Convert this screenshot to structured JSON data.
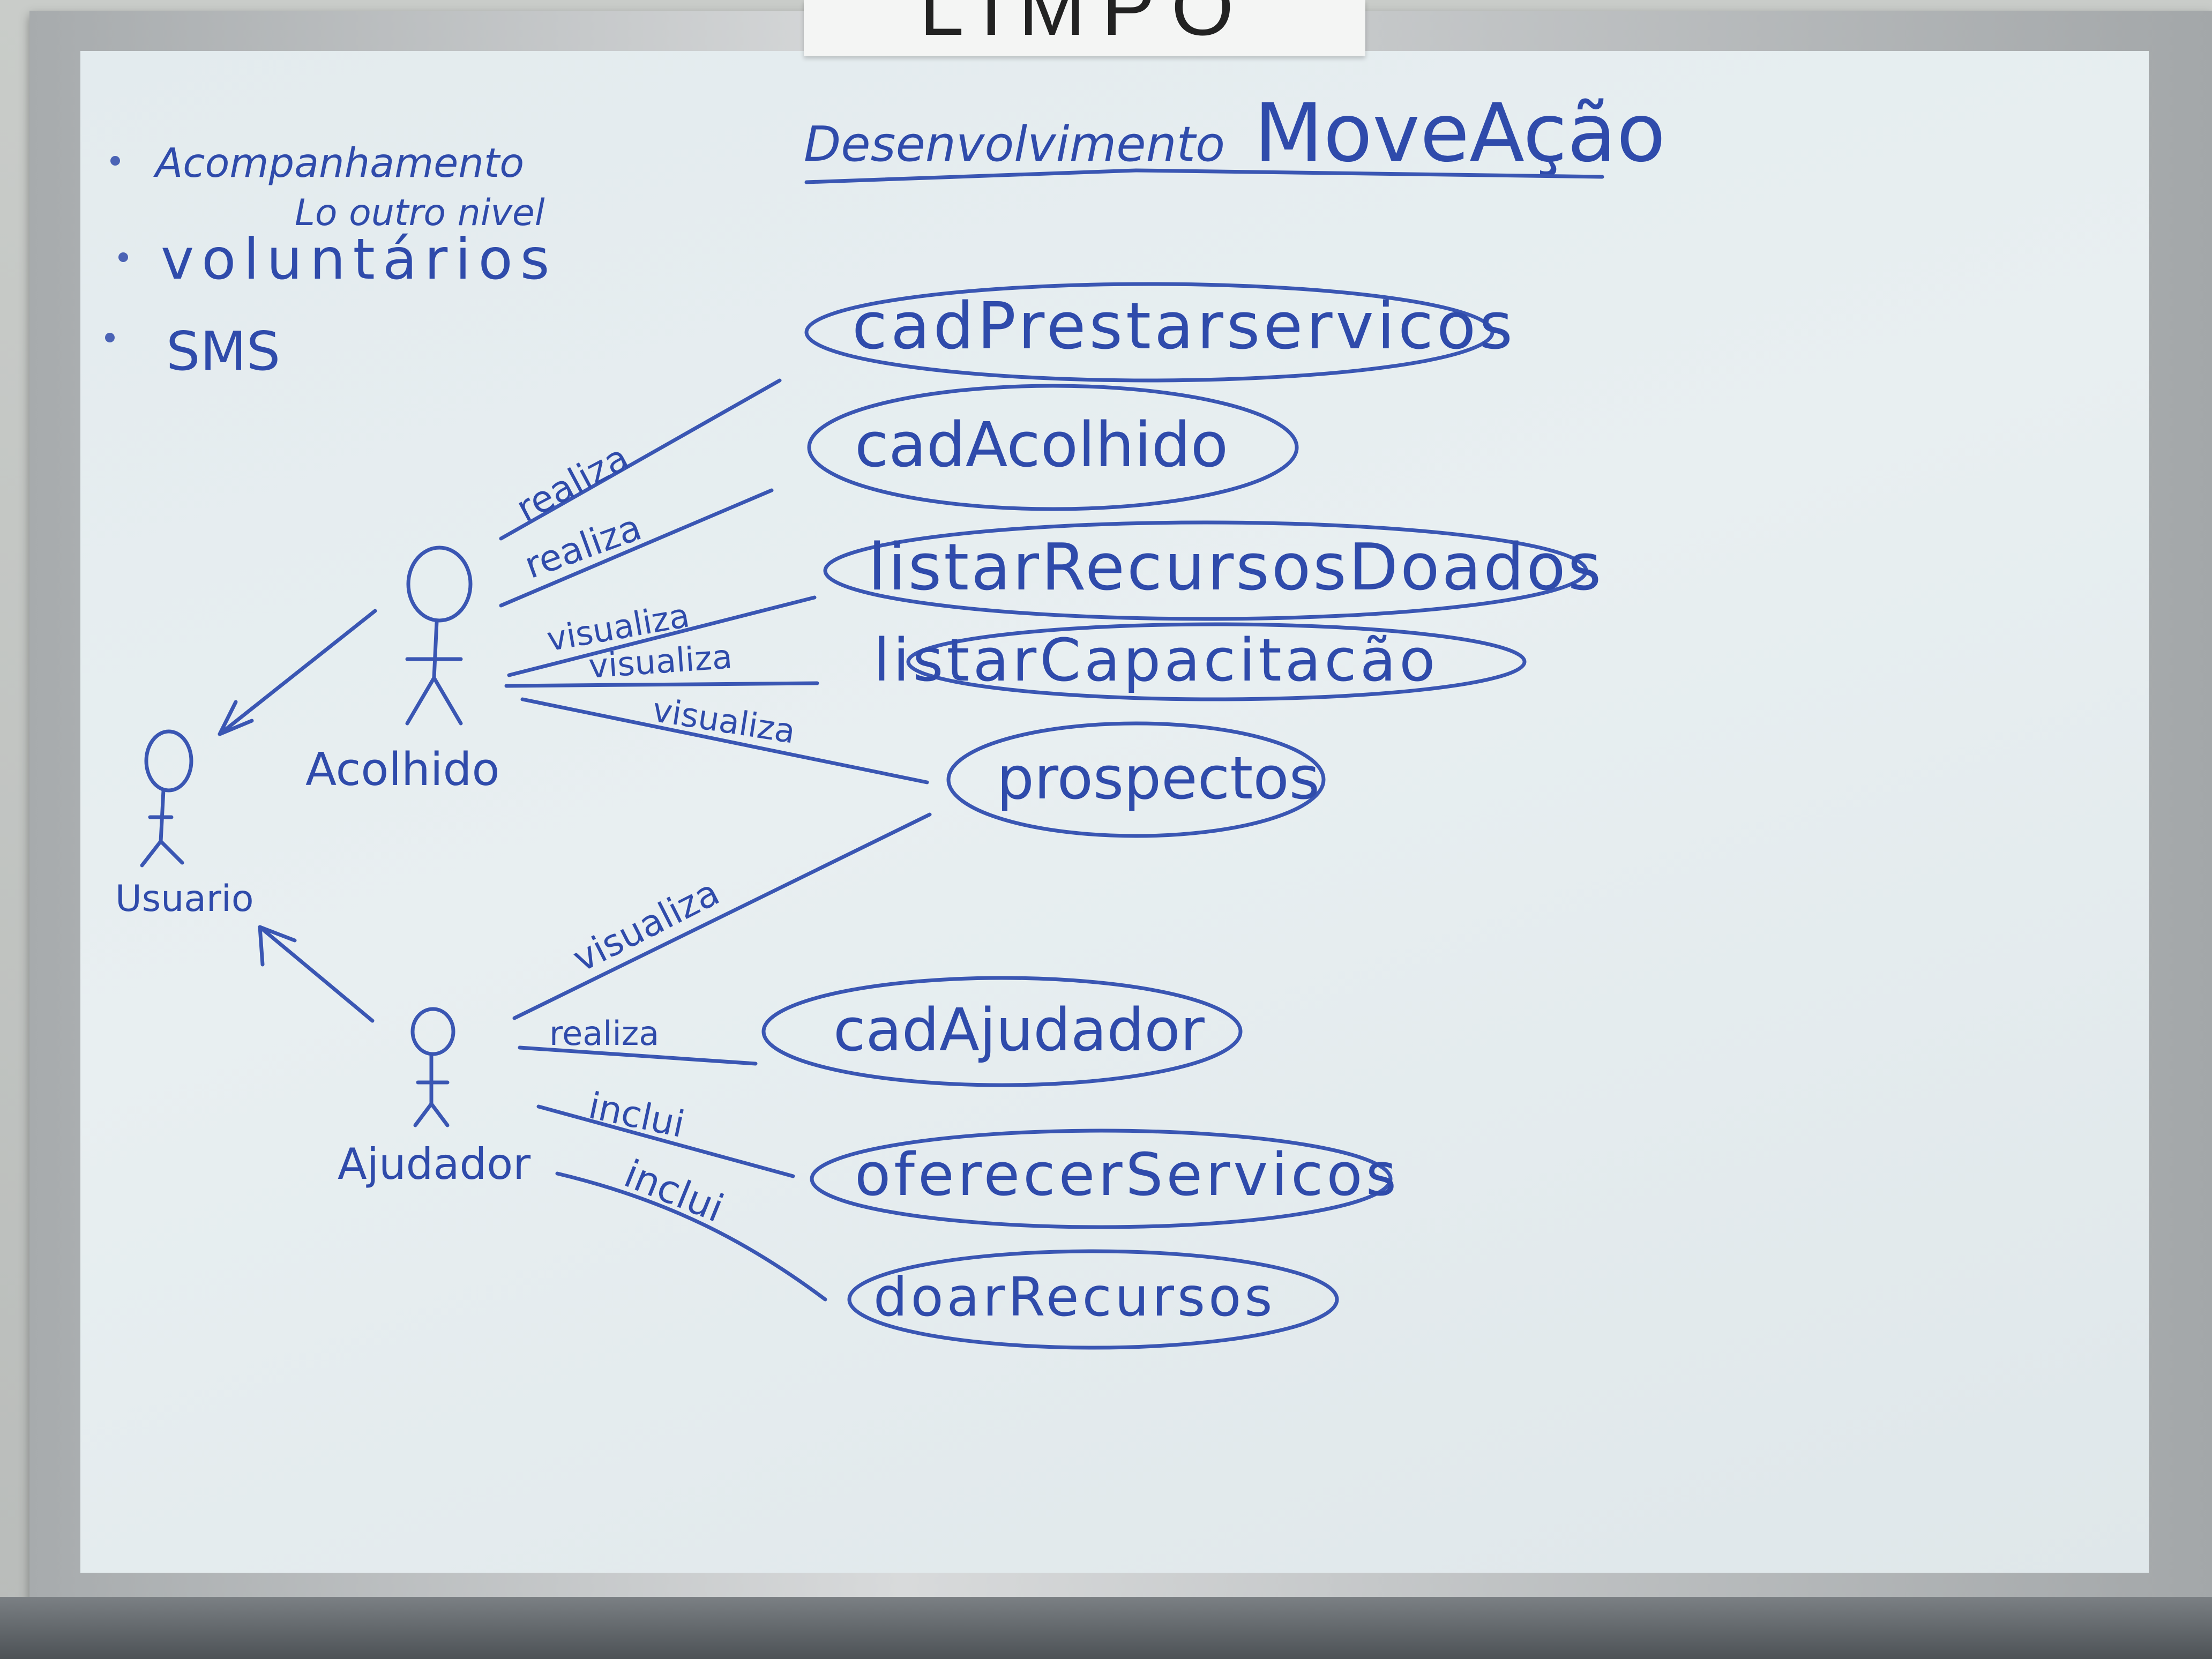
{
  "sign": {
    "text": "LIMPO"
  },
  "header": {
    "desenvolvimento": "Desenvolvimento",
    "project": "MoveAção"
  },
  "notes": {
    "item1": "Acompanhamento",
    "item1_sub": "Lo outro nivel",
    "item2": "voluntários",
    "item3": "SMS"
  },
  "actors": {
    "usuario": "Usuario",
    "acolhido": "Acolhido",
    "ajudador": "Ajudador"
  },
  "use_cases": {
    "cad_prestar_servicos": "cadPrestarservicos",
    "cad_acolhido": "cadAcolhido",
    "listar_recursos_doados": "listarRecursosDoados",
    "listar_capacitacao": "listarCapacitacão",
    "prospectos": "prospectos",
    "cad_ajudador": "cadAjudador",
    "oferecer_servicos": "oferecerServicos",
    "doar_recursos": "doarRecursos"
  },
  "relations": {
    "r1": "realiza",
    "r2": "realiza",
    "r3": "visualiza",
    "r4": "visualiza",
    "r5": "visualiza",
    "r6": "visualiza",
    "r7": "realiza",
    "r8": "inclui",
    "r9": "inclui"
  },
  "colors": {
    "ink": "#2f4bab",
    "board": "#e5ecef"
  }
}
